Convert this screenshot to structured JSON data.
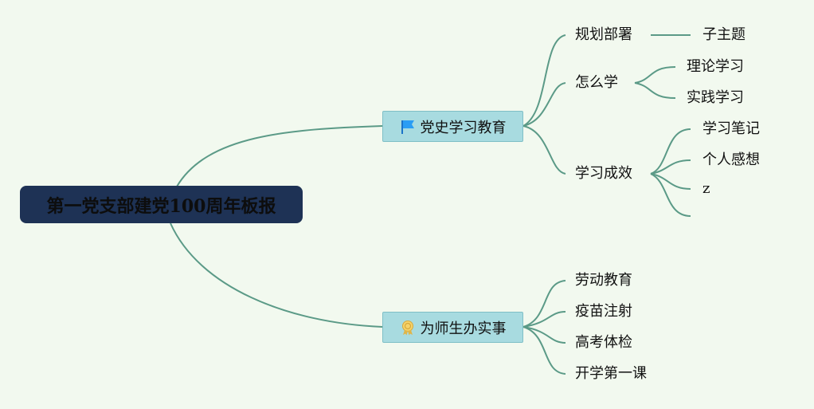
{
  "root": {
    "title": "第一党支部建党100周年板报"
  },
  "branches": [
    {
      "label": "党史学习教育",
      "icon": "flag-icon",
      "children": [
        {
          "label": "规划部署",
          "children": [
            "子主题"
          ]
        },
        {
          "label": "怎么学",
          "children": [
            "理论学习",
            "实践学习"
          ]
        },
        {
          "label": "学习成效",
          "children": [
            "学习笔记",
            "个人感想",
            "z",
            ""
          ]
        }
      ]
    },
    {
      "label": "为师生办实事",
      "icon": "medal-icon",
      "children": [
        {
          "label": "劳动教育"
        },
        {
          "label": "疫苗注射"
        },
        {
          "label": "高考体检"
        },
        {
          "label": "开学第一课"
        }
      ]
    }
  ],
  "colors": {
    "background": "#f2f9ef",
    "root": "#1e3255",
    "branch": "#a8dbe0",
    "line": "#5b9a87"
  }
}
